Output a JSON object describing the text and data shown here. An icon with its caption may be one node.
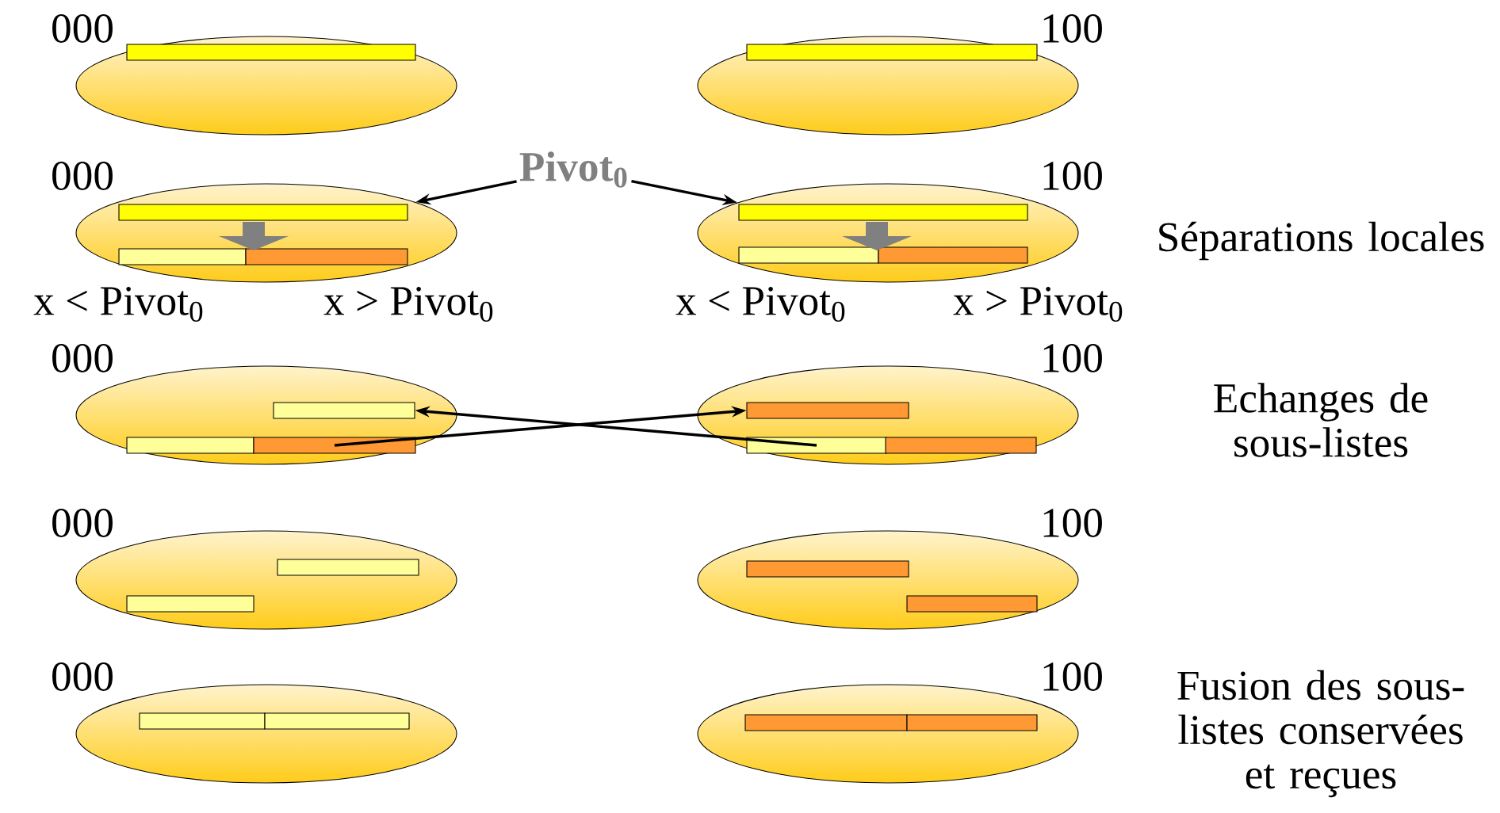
{
  "diagram": {
    "nodes": [
      {
        "text": [],
        "shape": "ellipse",
        "beside": [
          "000"
        ]
      },
      {
        "text": [],
        "shape": "ellipse",
        "beside": [
          "100"
        ]
      },
      {
        "text": [
          "Pivot$_{0}$"
        ]
      },
      {
        "text": [],
        "shape": "ellipse",
        "beside": [
          "000"
        ]
      },
      {
        "text": [],
        "shape": "ellipse",
        "beside": [
          "100"
        ]
      },
      {
        "text": [],
        "shape": "ellipse",
        "beside": [
          "000"
        ]
      },
      {
        "text": [],
        "shape": "bar",
        "in": 5
      },
      {
        "text": [],
        "shape": "bar",
        "in": 5
      },
      {
        "text": [],
        "shape": "bar",
        "in": 5
      },
      {
        "text": [],
        "shape": "ellipse",
        "beside": [
          "100"
        ]
      },
      {
        "text": [],
        "shape": "bar",
        "in": 9
      },
      {
        "text": [],
        "shape": "bar",
        "in": 9
      },
      {
        "text": [],
        "shape": "bar",
        "in": 9
      },
      {
        "text": [],
        "shape": "ellipse",
        "beside": [
          "000"
        ]
      },
      {
        "text": [],
        "shape": "ellipse",
        "beside": [
          "100"
        ]
      },
      {
        "text": [],
        "shape": "ellipse",
        "beside": [
          "000"
        ]
      },
      {
        "text": [],
        "shape": "ellipse",
        "beside": [
          "100"
        ]
      }
    ],
    "edges": [
      {
        "from": 2,
        "to": 3,
        "arrow": "to"
      },
      {
        "from": 2,
        "to": 4,
        "arrow": "to"
      },
      {
        "from": 8,
        "to": 10,
        "arrow": "to"
      },
      {
        "from": 11,
        "to": 6,
        "arrow": "to"
      }
    ],
    "labels": [
      "x < Pivot$_{0}$",
      "x > Pivot$_{0}$",
      "x < Pivot$_{0}$",
      "x > Pivot$_{0}$",
      "Séparations locales",
      "Echanges de sous-listes",
      "Fusion des sous-listes conservées et reçues"
    ]
  }
}
